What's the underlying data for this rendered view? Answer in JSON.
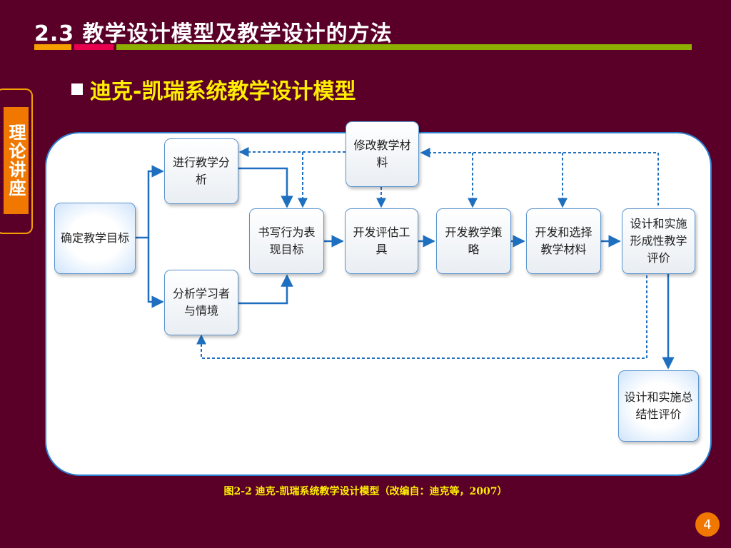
{
  "header": {
    "title": "2.3 教学设计模型及教学设计的方法",
    "subtitle": "迪克-凯瑞系统教学设计模型"
  },
  "side_tab": {
    "label": "理论讲座"
  },
  "diagram": {
    "nodes": {
      "define_goals": "确定教学目标",
      "instructional_analysis": "进行教学分析",
      "analyze_learners": "分析学习者与情境",
      "write_objectives": "书写行为表现目标",
      "develop_assessment": "开发评估工具",
      "develop_strategy": "开发教学策略",
      "develop_materials": "开发和选择教学材料",
      "formative_evaluation": "设计和实施形成性教学评价",
      "summative_evaluation": "设计和实施总结性评价",
      "revise_instruction": "修改教学材料"
    }
  },
  "caption": "图2-2 迪克-凯瑞系统教学设计模型（改编自：迪克等，2007）",
  "page_number": "4",
  "colors": {
    "background": "#5a0028",
    "title_text": "#ffffff",
    "subtitle_text": "#ffef00",
    "accent_orange": "#f5a000",
    "accent_red": "#e8004e",
    "accent_green": "#8db000",
    "arrow_blue": "#1f6fc0"
  }
}
